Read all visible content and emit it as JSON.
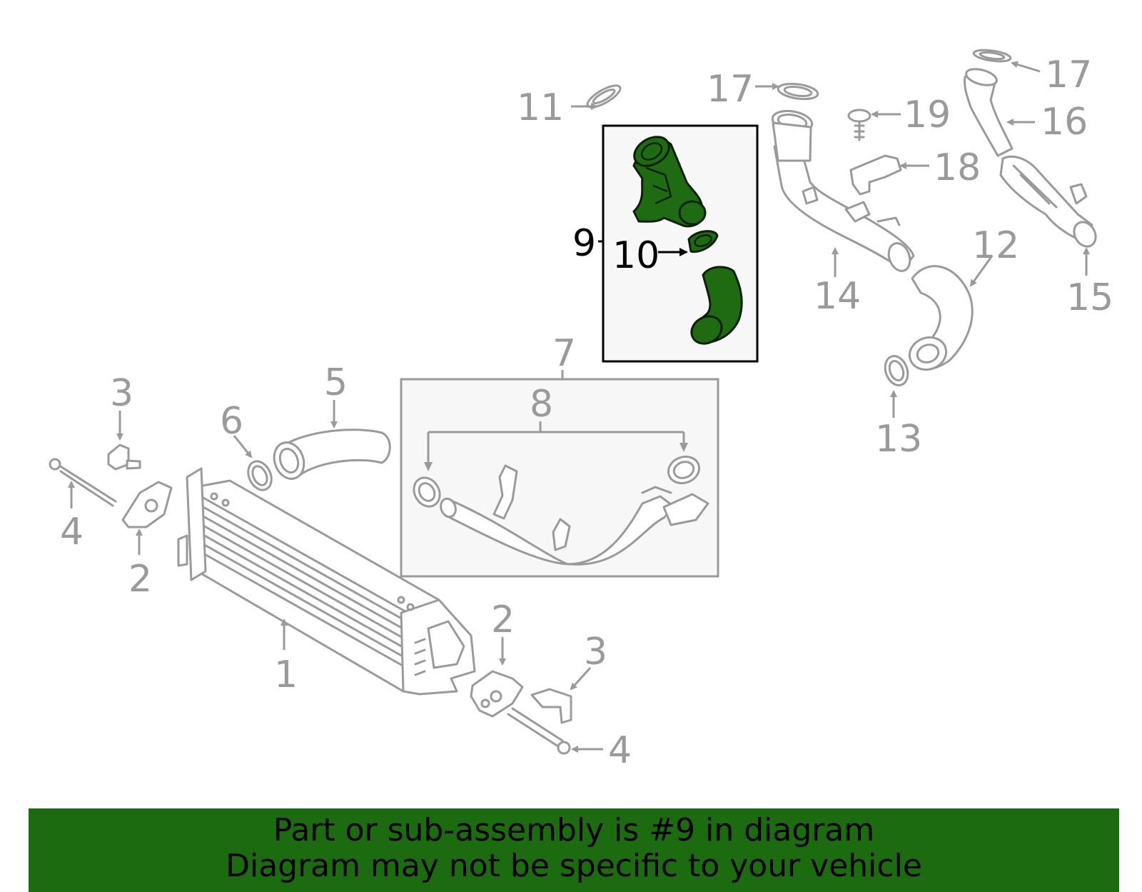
{
  "callouts": {
    "c1": "1",
    "c2a": "2",
    "c2b": "2",
    "c3a": "3",
    "c3b": "3",
    "c4a": "4",
    "c4b": "4",
    "c5": "5",
    "c6": "6",
    "c7": "7",
    "c8": "8",
    "c9": "9",
    "c10": "10",
    "c11": "11",
    "c12": "12",
    "c13": "13",
    "c14": "14",
    "c15": "15",
    "c16": "16",
    "c17a": "17",
    "c17b": "17",
    "c18": "18",
    "c19": "19"
  },
  "highlight": {
    "color": "#1f6b12",
    "part_number": "9"
  },
  "banner": {
    "line1": "Part or sub-assembly is #9 in diagram",
    "line2": "Diagram may not be specific to your vehicle",
    "color": "#1d6b10"
  }
}
